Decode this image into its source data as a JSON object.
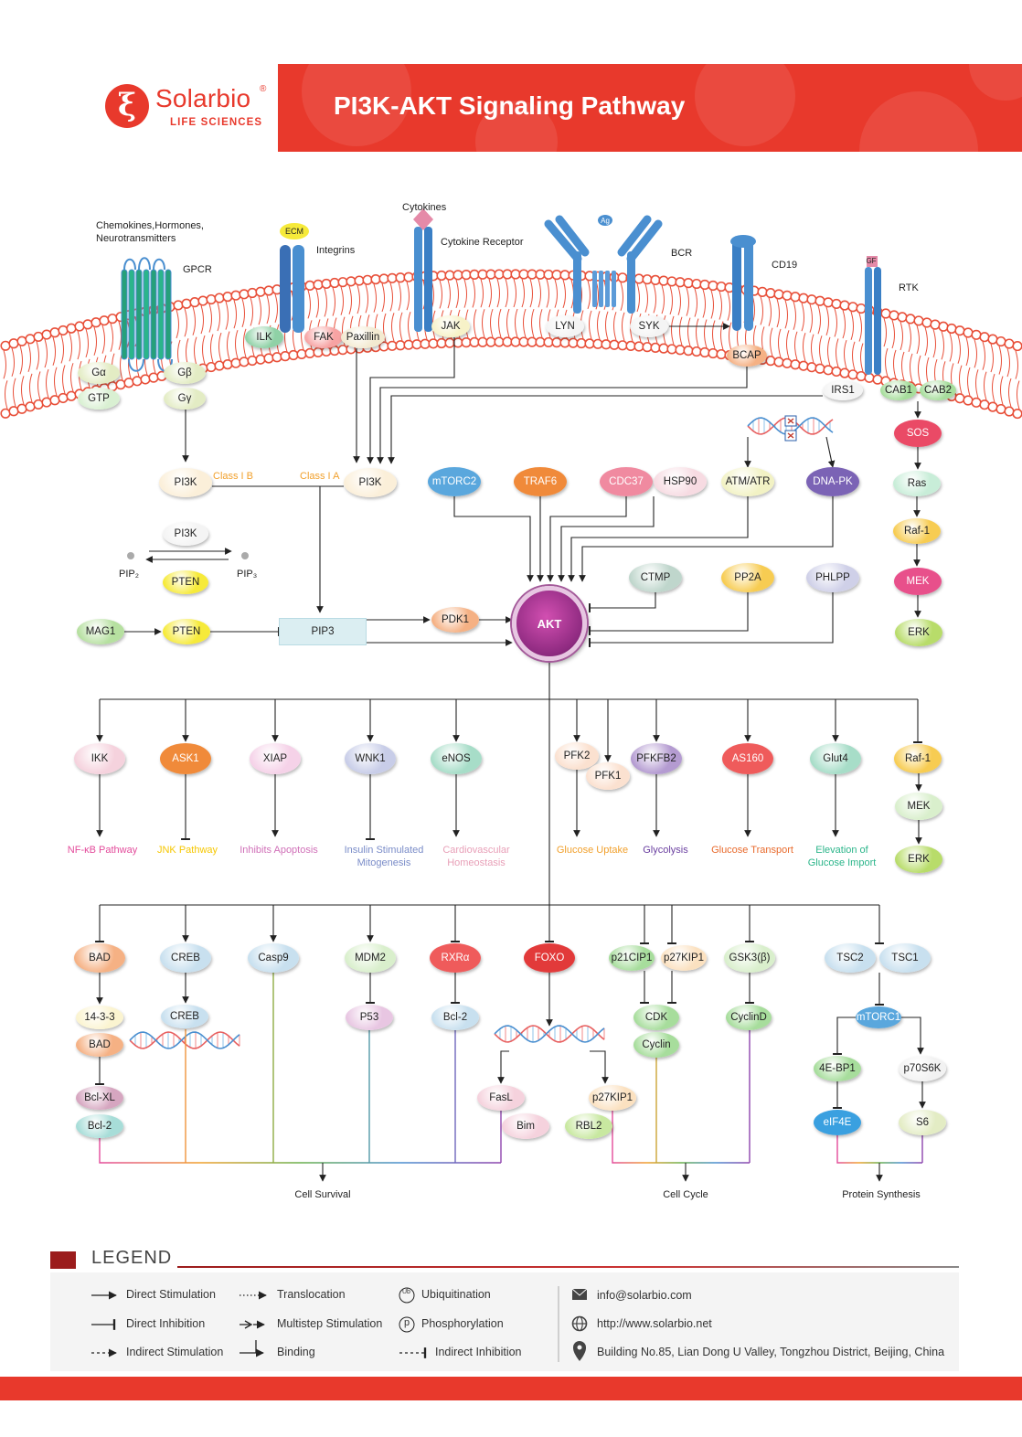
{
  "header": {
    "brand_name": "Solarbio",
    "brand_registered": "®",
    "brand_sub": "LIFE SCIENCES",
    "brand_glyph": "ξ",
    "title": "PI3K-AKT Signaling Pathway"
  },
  "colors": {
    "header_red": "#e8392c",
    "legend_accent": "#9b1c1c",
    "membrane_lipid": "#e8503a",
    "receptor_blue": "#4a8fd0",
    "gpcr_green": "#2bb58a"
  },
  "membrane_labels": {
    "chemokines": "Chemokines,Hormones,\nNeurotransmitters",
    "gpcr": "GPCR",
    "ecm": "ECM",
    "integrins": "Integrins",
    "cytokines": "Cytokines",
    "cytokine_receptor": "Cytokine Receptor",
    "ag": "Ag",
    "bcr": "BCR",
    "cd19": "CD19",
    "gf": "GF",
    "rtk": "RTK"
  },
  "nodes": {
    "galpha": "Gα",
    "gbeta": "Gβ",
    "gtp": "GTP",
    "ggamma": "Gγ",
    "ilk": "ILK",
    "fak": "FAK",
    "paxillin": "Paxillin",
    "jak": "JAK",
    "lyn": "LYN",
    "syk": "SYK",
    "bcap": "BCAP",
    "irs1": "IRS1",
    "cab1": "CAB1",
    "cab2": "CAB2",
    "sos": "SOS",
    "ras": "Ras",
    "raf1_top": "Raf-1",
    "mek_top": "MEK",
    "erk_top": "ERK",
    "pi3k_left": "PI3K",
    "pi3k_mid": "PI3K",
    "mtorc2": "mTORC2",
    "traf6": "TRAF6",
    "cdc37": "CDC37",
    "hsp90": "HSP90",
    "atm": "ATM/ATR",
    "dnapk": "DNA-PK",
    "inset_pi3k": "PI3K",
    "inset_pten": "PTEN",
    "mag1": "MAG1",
    "pten": "PTEN",
    "pip3": "PIP3",
    "pdk1": "PDK1",
    "ctmp": "CTMP",
    "pp2a": "PP2A",
    "phlpp": "PHLPP",
    "akt": "AKT",
    "ikk": "IKK",
    "ask1": "ASK1",
    "xiap": "XIAP",
    "wnk1": "WNK1",
    "enos": "eNOS",
    "pfk2": "PFK2",
    "pfk1": "PFK1",
    "pfkfb2": "PFKFB2",
    "as160": "AS160",
    "glut4": "Glut4",
    "raf1_mid": "Raf-1",
    "mek_mid": "MEK",
    "erk_mid": "ERK",
    "bad": "BAD",
    "creb": "CREB",
    "casp9": "Casp9",
    "mdm2": "MDM2",
    "rxra": "RXRα",
    "foxo": "FOXO",
    "p21cip1": "p21CIP1",
    "p27kip1_top": "p27KIP1",
    "gsk3": "GSK3(β)",
    "tsc2": "TSC2",
    "tsc1": "TSC1",
    "1433": "14-3-3",
    "bad2": "BAD",
    "bclxl": "Bcl-XL",
    "bcl2_a": "Bcl-2",
    "creb2": "CREB",
    "p53": "P53",
    "bcl2_b": "Bcl-2",
    "fasl": "FasL",
    "bim": "Bim",
    "p27kip1": "p27KIP1",
    "rbl2": "RBL2",
    "cdk": "CDK",
    "cyclin": "Cyclin",
    "cyclind": "CyclinD",
    "mtorc1": "mTORC1",
    "4ebp1": "4E-BP1",
    "p70s6k": "p70S6K",
    "eif4e": "eIF4E",
    "s6": "S6"
  },
  "labels": {
    "class_ib": "Class I B",
    "class_ia": "Class I A",
    "pip2": "PIP₂",
    "pip3_inset": "PIP₃",
    "nfkb": "NF-κB Pathway",
    "jnk": "JNK Pathway",
    "apoptosis": "Inhibits Apoptosis",
    "insulin": "Insulin Stimulated\nMitogenesis",
    "cardio": "Cardiovascular\nHomeostasis",
    "glucose_uptake": "Glucose Uptake",
    "glycolysis": "Glycolysis",
    "glucose_transport": "Glucose Transport",
    "elevation": "Elevation of\nGlucose Import",
    "cell_survival": "Cell Survival",
    "cell_cycle": "Cell Cycle",
    "protein_synthesis": "Protein Synthesis"
  },
  "legend": {
    "title": "LEGEND",
    "items": [
      "Direct Stimulation",
      "Direct Inhibition",
      "Indirect Stimulation",
      "Translocation",
      "Multistep Stimulation",
      "Binding",
      "Ubiquitination",
      "Phosphorylation",
      "Indirect Inhibition"
    ],
    "ub_glyph": "Ub",
    "p_glyph": "p",
    "contact": {
      "email": "info@solarbio.com",
      "website": "http://www.solarbio.net",
      "address": "Building No.85, Lian Dong U Valley, Tongzhou District, Beijing, China"
    },
    "contact_icons": [
      "envelope-icon",
      "globe-icon",
      "location-pin-icon"
    ]
  }
}
